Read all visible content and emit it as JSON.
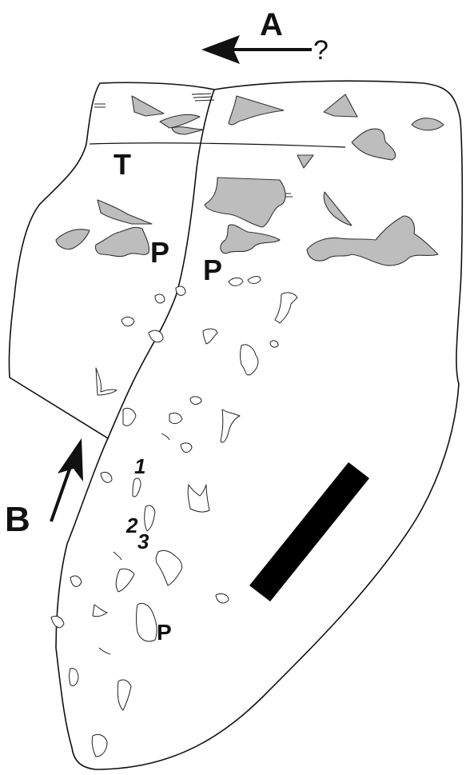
{
  "labels": {
    "arrow_a": "A",
    "arrow_a_query": "?",
    "arrow_b": "B",
    "top_layer": "T",
    "p_left": "P",
    "p_right": "P",
    "p_bottom": "P",
    "clast_1": "1",
    "clast_2": "2",
    "clast_3": "3"
  },
  "colors": {
    "fill_grey": "#bdbdbd",
    "outline": "#111111",
    "scale_bar": "#000000"
  }
}
